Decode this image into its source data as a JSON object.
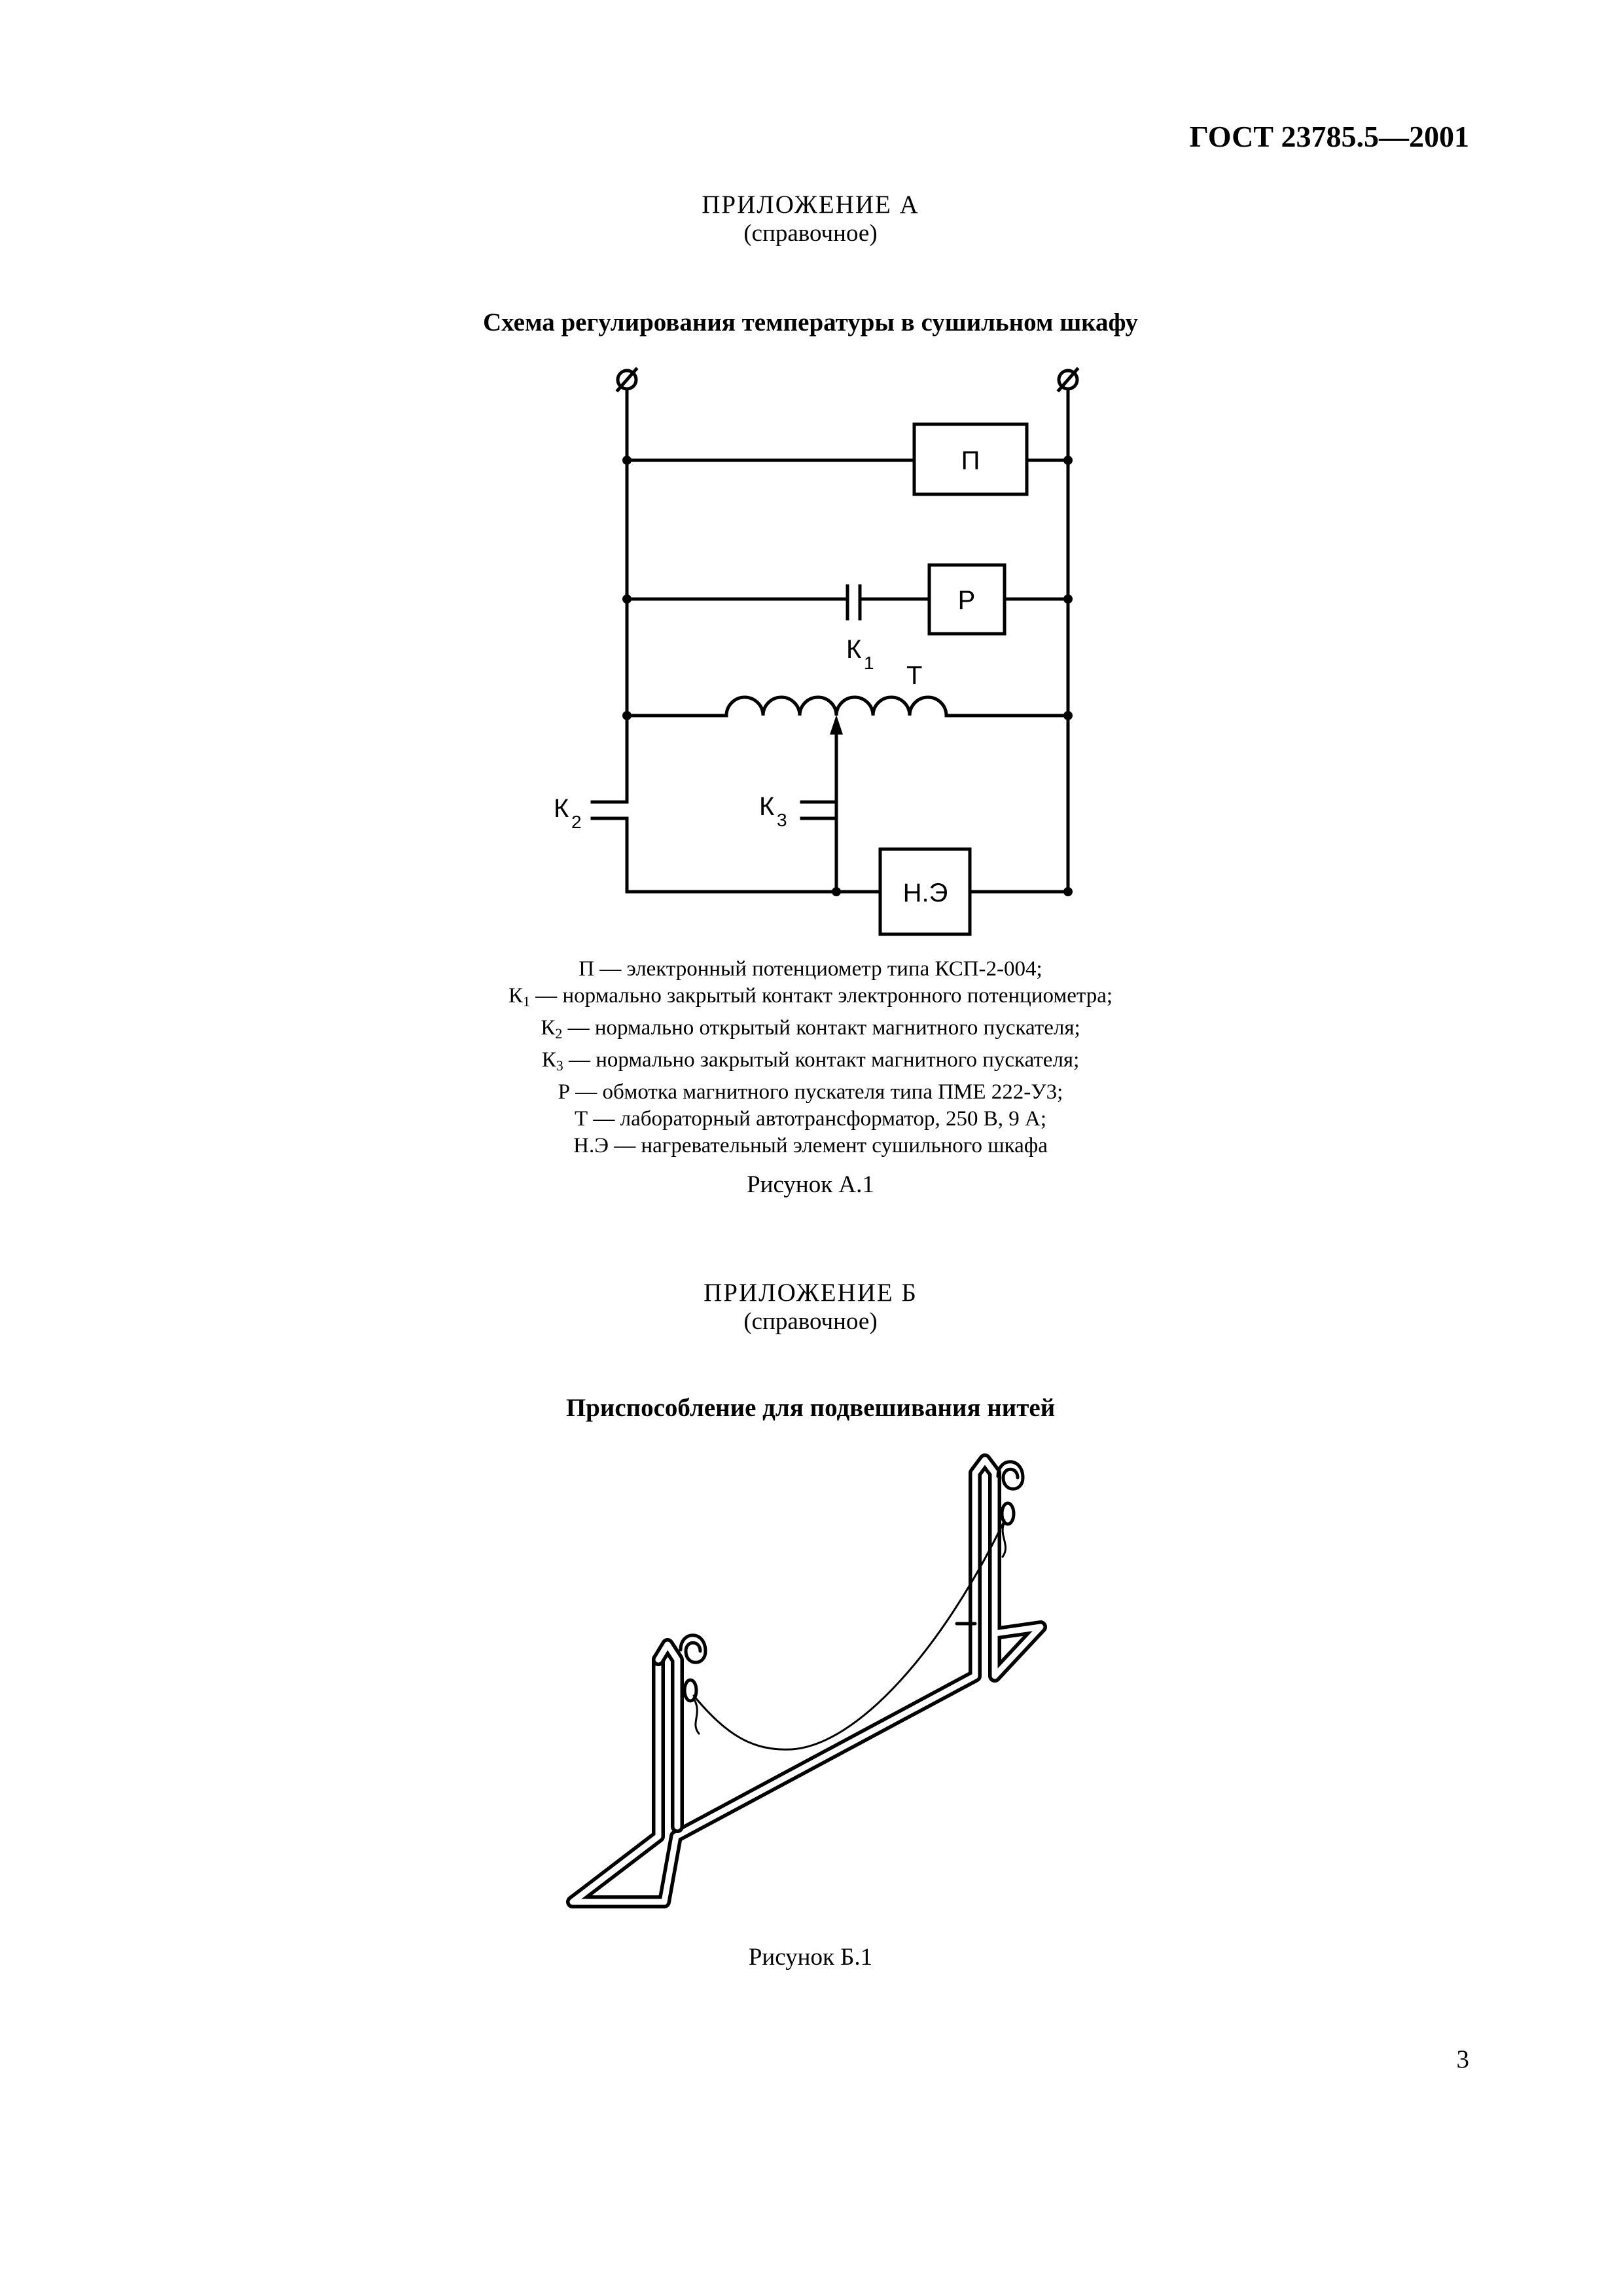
{
  "header": {
    "standard": "ГОСТ 23785.5—2001"
  },
  "appendix_a": {
    "title": "ПРИЛОЖЕНИЕ А",
    "subtitle": "(справочное)",
    "caption": "Схема регулирования температуры в сушильном шкафу",
    "diagram_labels": {
      "P": "П",
      "R": "Р",
      "NE": "Н.Э",
      "T": "Т",
      "K": "К",
      "k1_index": "1",
      "k2_index": "2",
      "k3_index": "3"
    },
    "legend": [
      {
        "term": "П",
        "sub": "",
        "text": " — электронный потенциометр типа КСП-2-004;"
      },
      {
        "term": "К",
        "sub": "1",
        "text": " — нормально закрытый контакт электронного потенциометра;"
      },
      {
        "term": "К",
        "sub": "2",
        "text": " — нормально открытый контакт магнитного пускателя;"
      },
      {
        "term": "К",
        "sub": "3",
        "text": " — нормально закрытый контакт магнитного пускателя;"
      },
      {
        "term": "Р",
        "sub": "",
        "text": " — обмотка магнитного пускателя типа ПМЕ 222-У3;"
      },
      {
        "term": "Т",
        "sub": "",
        "text": " — лабораторный автотрансформатор, 250 В, 9 А;"
      },
      {
        "term": "Н.Э",
        "sub": "",
        "text": " — нагревательный элемент сушильного шкафа"
      }
    ],
    "figure_label": "Рисунок А.1"
  },
  "appendix_b": {
    "title": "ПРИЛОЖЕНИЕ Б",
    "subtitle": "(справочное)",
    "caption": "Приспособление для подвешивания нитей",
    "figure_label": "Рисунок Б.1"
  },
  "footer": {
    "page_number": "3"
  }
}
